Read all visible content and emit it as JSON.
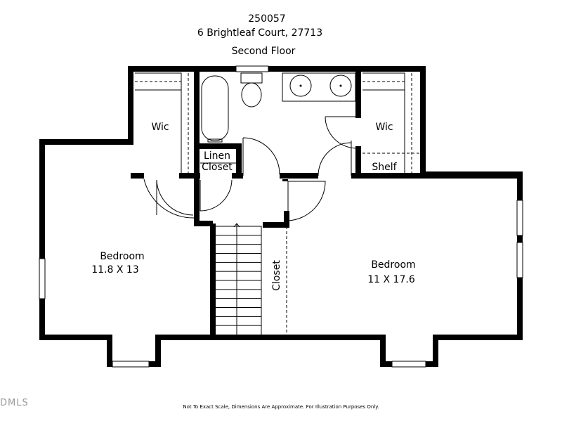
{
  "header": {
    "listing_id": "250057",
    "address": "6 Brightleaf Court, 27713",
    "floor": "Second Floor"
  },
  "rooms": {
    "bedroom_left": {
      "name": "Bedroom",
      "dims": "11.8 X 13"
    },
    "bedroom_right": {
      "name": "Bedroom",
      "dims": "11 X 17.6"
    },
    "wic_left": "Wic",
    "wic_right": "Wic",
    "linen_1": "Linen",
    "linen_2": "Closet",
    "shelf": "Shelf",
    "closet": "Closet"
  },
  "footer": {
    "disclaimer": "Not To Exact Scale, Dimensions Are Approximate. For Illustration Purposes Only.",
    "watermark": "DMLS"
  },
  "stairs": {
    "treads": 12
  }
}
